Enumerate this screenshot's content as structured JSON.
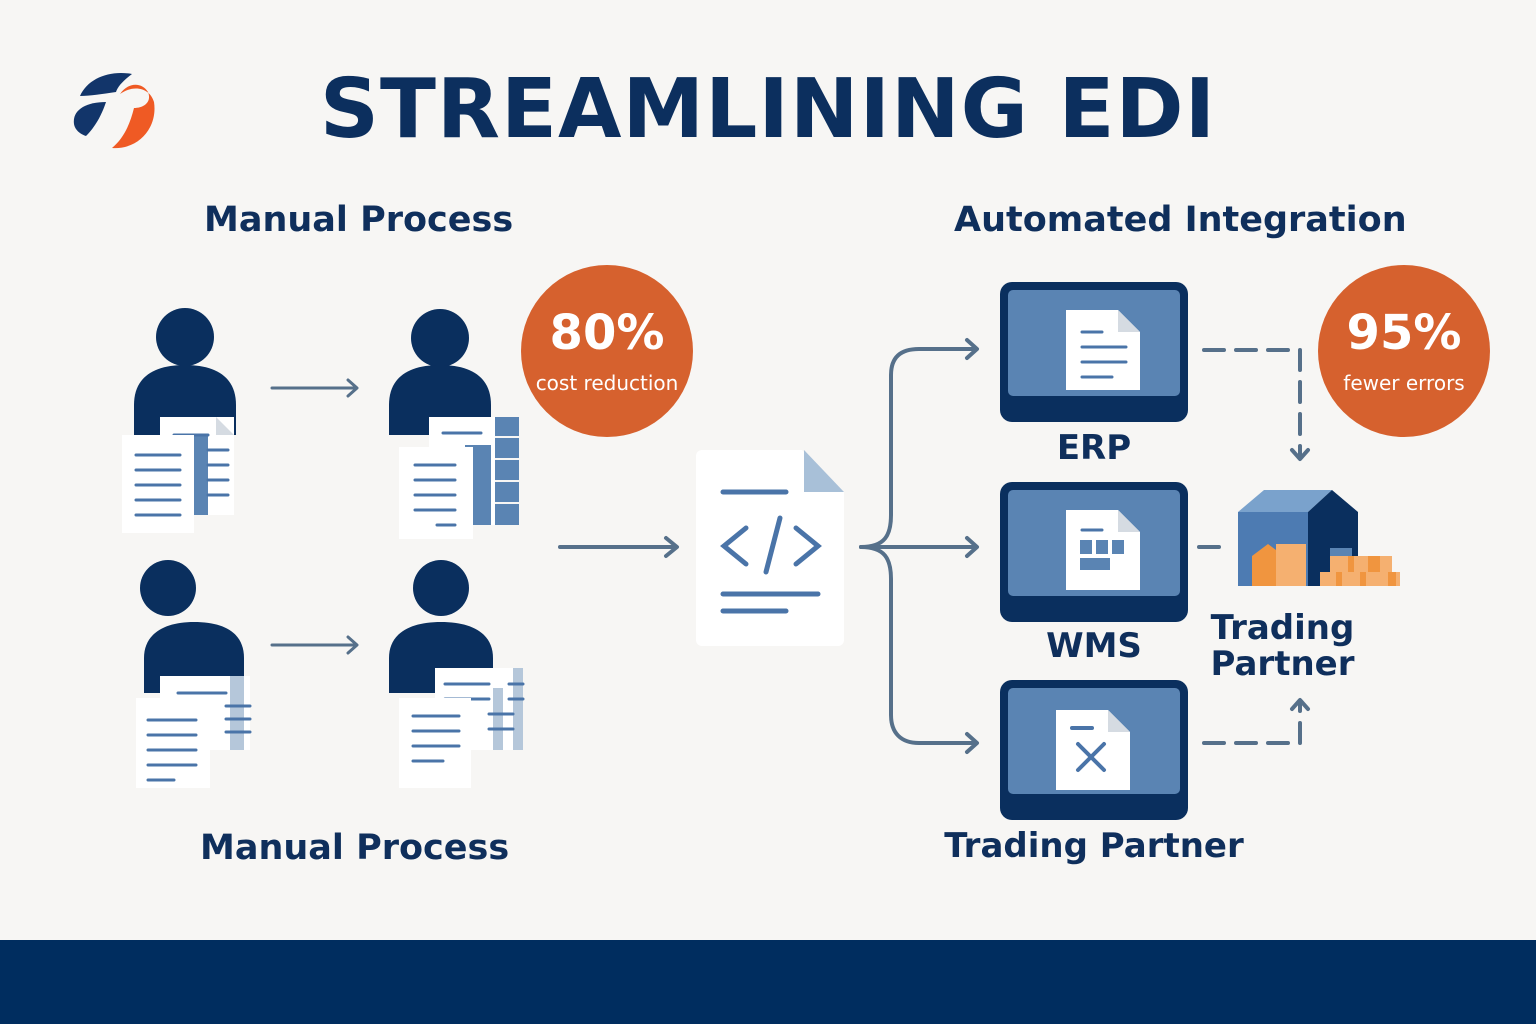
{
  "header": {
    "logo": "brand-logo-icon",
    "title": "STREAMLINING EDI"
  },
  "manual": {
    "section_title_top": "Manual Process",
    "section_title_bottom": "Manual Process",
    "icons": [
      "person-with-documents-icon",
      "person-with-documents-icon",
      "person-with-documents-icon",
      "person-with-documents-icon"
    ],
    "stat": {
      "value": "80%",
      "caption": "cost reduction"
    }
  },
  "center": {
    "icon": "code-document-icon"
  },
  "automated": {
    "section_title": "Automated Integration",
    "systems": [
      {
        "label": "ERP",
        "icon": "document-lines-icon"
      },
      {
        "label": "WMS",
        "icon": "document-grid-icon"
      },
      {
        "label": "Trading Partner",
        "icon": "document-error-icon"
      }
    ],
    "partner": {
      "label_line1": "Trading",
      "label_line2": "Partner",
      "icon": "warehouse-icon"
    },
    "stat": {
      "value": "95%",
      "caption": "fewer errors"
    }
  },
  "colors": {
    "navy": "#0c2f5e",
    "accent_orange": "#d6612e",
    "steel_blue": "#5a84b3",
    "arrow_gray": "#56708a",
    "box_orange": "#f0953f",
    "background": "#f7f6f4",
    "footer": "#002d5f"
  }
}
